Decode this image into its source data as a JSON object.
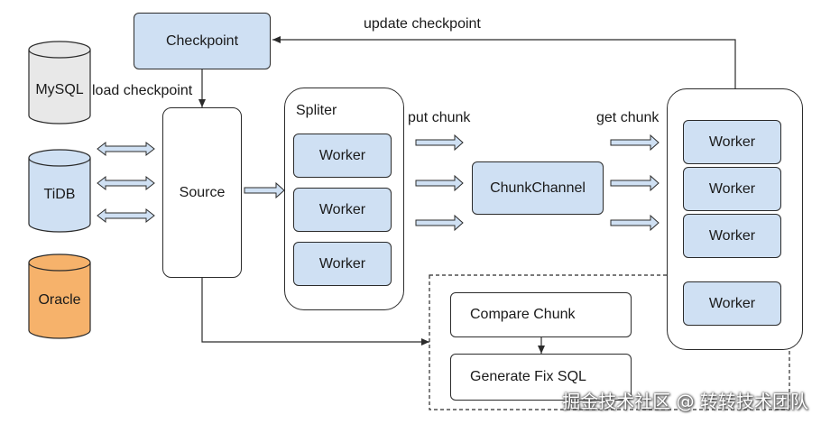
{
  "databases": [
    {
      "label": "MySQL",
      "fill": "#e8e8e8"
    },
    {
      "label": "TiDB",
      "fill": "#cfe0f3"
    },
    {
      "label": "Oracle",
      "fill": "#f6b26b"
    }
  ],
  "checkpoint": {
    "label": "Checkpoint"
  },
  "source": {
    "label": "Source"
  },
  "spliter": {
    "title": "Spliter",
    "workers": [
      "Worker",
      "Worker",
      "Worker"
    ]
  },
  "chunk_channel": {
    "label": "ChunkChannel"
  },
  "worker_pool": {
    "workers": [
      "Worker",
      "Worker",
      "Worker",
      "Worker"
    ]
  },
  "compare": {
    "compare_label": "Compare Chunk",
    "fix_label": "Generate Fix SQL"
  },
  "edges": {
    "update_checkpoint": "update checkpoint",
    "load_checkpoint": "load checkpoint",
    "put_chunk": "put chunk",
    "get_chunk": "get chunk"
  },
  "watermark": "掘金技术社区 @ 转转技术团队",
  "colors": {
    "blue_fill": "#cfe0f3",
    "stroke": "#2b2b2b",
    "arrow_fill": "#cfe0f3"
  }
}
